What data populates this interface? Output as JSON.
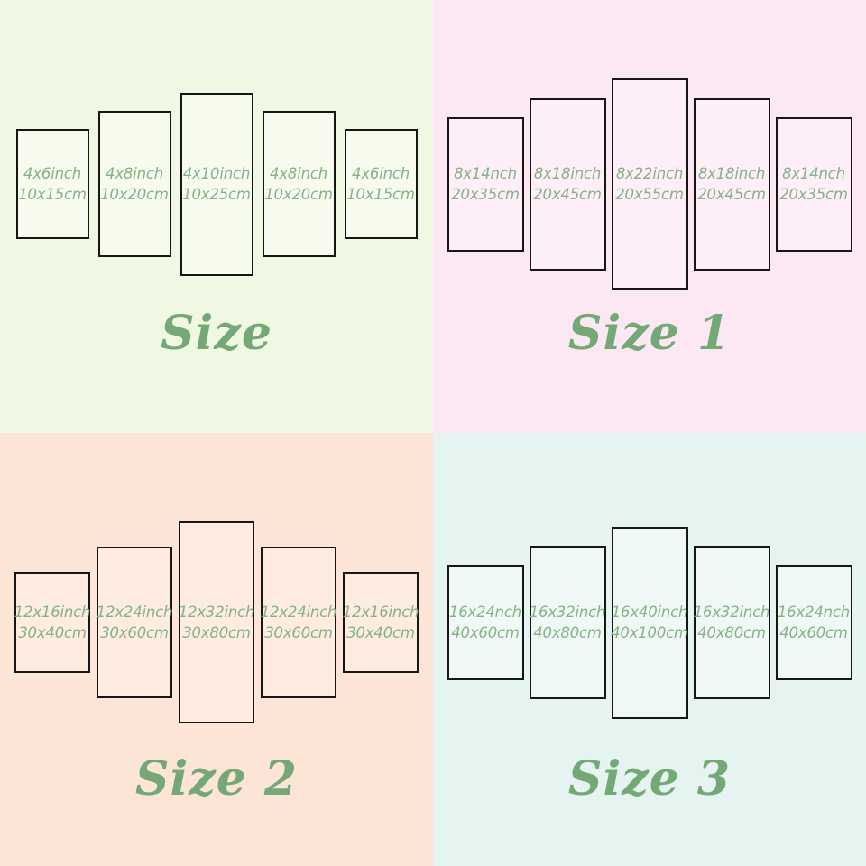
{
  "colors": {
    "border": "#161616",
    "panel_label": "#85b287",
    "title": "#74a877"
  },
  "quadrants": [
    {
      "name": "size",
      "title": "Size",
      "bg": "#f0f7e3",
      "panel_bg": "#f7fbee",
      "panels": [
        {
          "inch": "4x6inch",
          "cm": "10x15cm",
          "rw": 4,
          "rh": 6
        },
        {
          "inch": "4x8inch",
          "cm": "10x20cm",
          "rw": 4,
          "rh": 8
        },
        {
          "inch": "4x10inch",
          "cm": "10x25cm",
          "rw": 4,
          "rh": 10
        },
        {
          "inch": "4x8inch",
          "cm": "10x20cm",
          "rw": 4,
          "rh": 8
        },
        {
          "inch": "4x6inch",
          "cm": "10x15cm",
          "rw": 4,
          "rh": 6
        }
      ]
    },
    {
      "name": "size-1",
      "title": "Size 1",
      "bg": "#fbe8f3",
      "panel_bg": "#fdeef7",
      "panels": [
        {
          "inch": "8x14nch",
          "cm": "20x35cm",
          "rw": 8,
          "rh": 14
        },
        {
          "inch": "8x18inch",
          "cm": "20x45cm",
          "rw": 8,
          "rh": 18
        },
        {
          "inch": "8x22inch",
          "cm": "20x55cm",
          "rw": 8,
          "rh": 22
        },
        {
          "inch": "8x18inch",
          "cm": "20x45cm",
          "rw": 8,
          "rh": 18
        },
        {
          "inch": "8x14nch",
          "cm": "20x35cm",
          "rw": 8,
          "rh": 14
        }
      ]
    },
    {
      "name": "size-2",
      "title": "Size 2",
      "bg": "#fce4d6",
      "panel_bg": "#fdecdf",
      "panels": [
        {
          "inch": "12x16inch",
          "cm": "30x40cm",
          "rw": 12,
          "rh": 16
        },
        {
          "inch": "12x24inch",
          "cm": "30x60cm",
          "rw": 12,
          "rh": 24
        },
        {
          "inch": "12x32inch",
          "cm": "30x80cm",
          "rw": 12,
          "rh": 32
        },
        {
          "inch": "12x24inch",
          "cm": "30x60cm",
          "rw": 12,
          "rh": 24
        },
        {
          "inch": "12x16inch",
          "cm": "30x40cm",
          "rw": 12,
          "rh": 16
        }
      ]
    },
    {
      "name": "size-3",
      "title": "Size 3",
      "bg": "#e6f4f1",
      "panel_bg": "#eff8f5",
      "panels": [
        {
          "inch": "16x24nch",
          "cm": "40x60cm",
          "rw": 16,
          "rh": 24
        },
        {
          "inch": "16x32inch",
          "cm": "40x80cm",
          "rw": 16,
          "rh": 32
        },
        {
          "inch": "16x40inch",
          "cm": "40x100cm",
          "rw": 16,
          "rh": 40
        },
        {
          "inch": "16x32inch",
          "cm": "40x80cm",
          "rw": 16,
          "rh": 32
        },
        {
          "inch": "16x24nch",
          "cm": "40x60cm",
          "rw": 16,
          "rh": 24
        }
      ]
    }
  ]
}
